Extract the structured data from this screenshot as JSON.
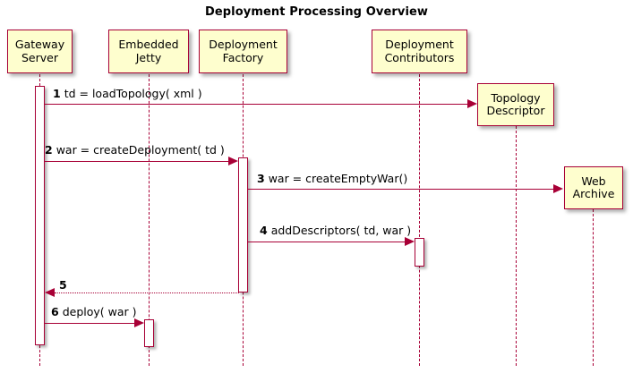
{
  "diagram": {
    "kind": "uml-sequence-diagram",
    "title": "Deployment Processing Overview",
    "colors": {
      "box_fill": "#FEFECE",
      "line": "#A80036",
      "text": "#000000",
      "background": "#FFFFFF"
    }
  },
  "participants": [
    {
      "id": "gateway-server",
      "line1": "Gateway",
      "line2": "Server"
    },
    {
      "id": "embedded-jetty",
      "line1": "Embedded",
      "line2": "Jetty"
    },
    {
      "id": "deployment-factory",
      "line1": "Deployment",
      "line2": "Factory"
    },
    {
      "id": "deployment-contributors",
      "line1": "Deployment",
      "line2": "Contributors"
    },
    {
      "id": "topology-descriptor",
      "line1": "Topology",
      "line2": "Descriptor"
    },
    {
      "id": "web-archive",
      "line1": "Web",
      "line2": "Archive"
    }
  ],
  "messages": [
    {
      "number": "1",
      "text": "td = loadTopology( xml )",
      "from": "gateway-server",
      "to": "topology-descriptor",
      "style": "solid"
    },
    {
      "number": "2",
      "text": "war = createDeployment( td )",
      "from": "gateway-server",
      "to": "deployment-factory",
      "style": "solid"
    },
    {
      "number": "3",
      "text": "war = createEmptyWar()",
      "from": "deployment-factory",
      "to": "web-archive",
      "style": "solid"
    },
    {
      "number": "4",
      "text": "addDescriptors( td, war )",
      "from": "deployment-factory",
      "to": "deployment-contributors",
      "style": "solid"
    },
    {
      "number": "5",
      "text": "",
      "from": "deployment-factory",
      "to": "gateway-server",
      "style": "dotted"
    },
    {
      "number": "6",
      "text": "deploy( war )",
      "from": "gateway-server",
      "to": "embedded-jetty",
      "style": "solid"
    }
  ]
}
